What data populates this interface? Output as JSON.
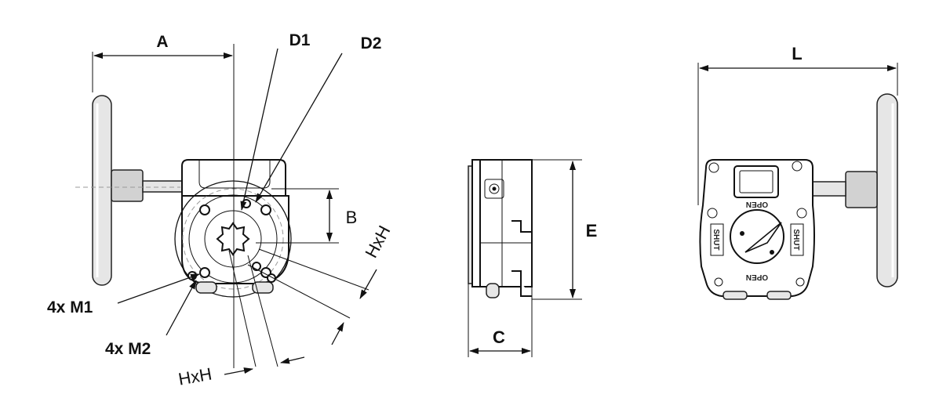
{
  "labels": {
    "A": "A",
    "D1": "D1",
    "D2": "D2",
    "B": "B",
    "HxH_right": "HxH",
    "HxH_bottom": "HxH",
    "M1": "4x M1",
    "M2": "4x M2",
    "C": "C",
    "E": "E",
    "L": "L"
  },
  "indicator": {
    "open_top": "OPEN",
    "open_bottom": "OPEN",
    "shut_left": "SHUT",
    "shut_right": "SHUT"
  }
}
